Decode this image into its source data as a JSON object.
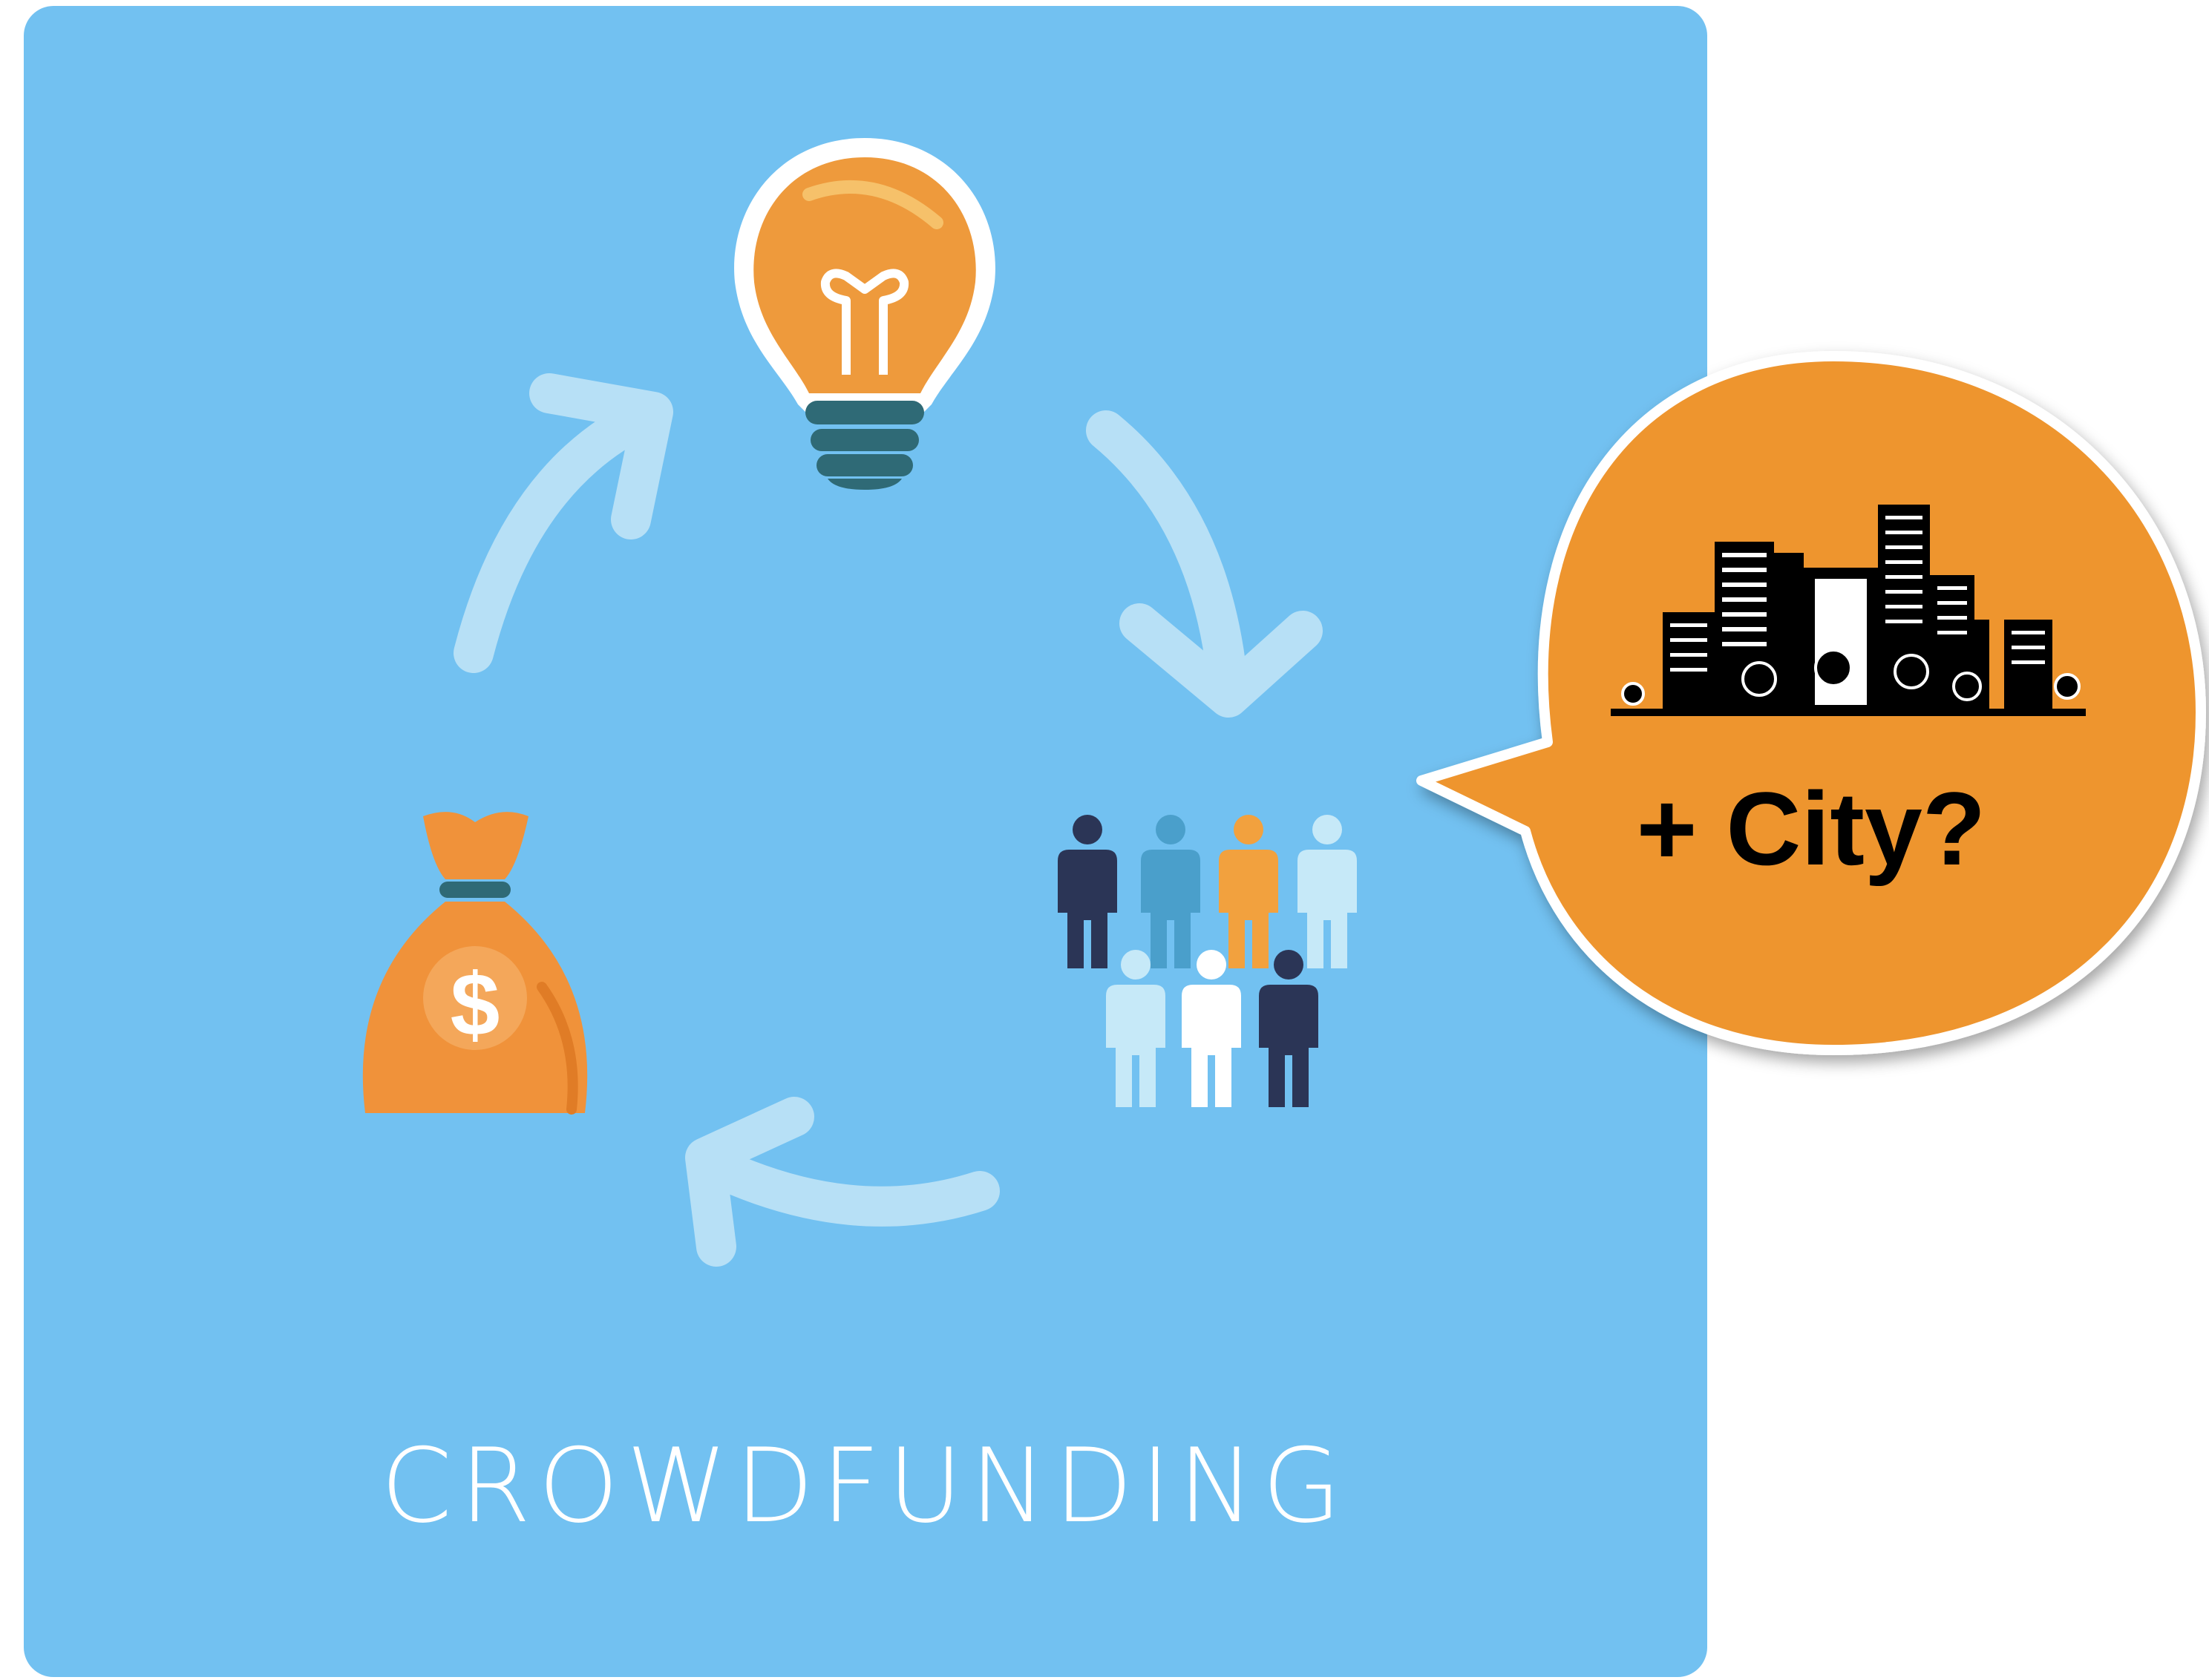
{
  "panel": {
    "caption": "CROWDFUNDING",
    "background_color": "#72C1F1",
    "arrow_color": "#B7E0F6",
    "caption_color": "#FFFFFF"
  },
  "cycle_items": [
    {
      "name": "idea",
      "icon": "lightbulb-icon"
    },
    {
      "name": "crowd",
      "icon": "people-group-icon"
    },
    {
      "name": "funding",
      "icon": "money-bag-icon"
    }
  ],
  "callout": {
    "text": "+ City?",
    "icon": "city-skyline-icon",
    "fill_color": "#EE952E",
    "text_color": "#000000"
  },
  "colors": {
    "bulb_orange": "#EE9A3C",
    "bulb_base": "#2F6A76",
    "bag_orange": "#F0923A",
    "people_navy": "#2B3556",
    "people_blue": "#4A9FCB",
    "people_orange": "#F2A13E",
    "people_light": "#C6E9F8",
    "people_white": "#FFFFFF"
  }
}
